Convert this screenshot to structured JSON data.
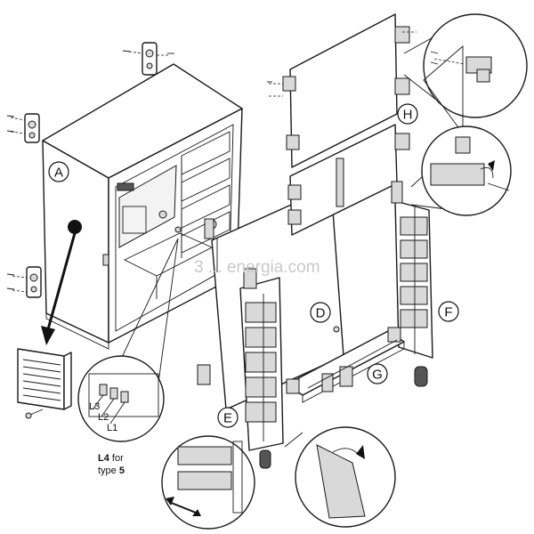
{
  "labels": {
    "a": "A",
    "d": "D",
    "e": "E",
    "f": "F",
    "g": "G",
    "h": "H"
  },
  "wires": {
    "l1": "L1",
    "l2": "L2",
    "l3": "L3"
  },
  "note": {
    "line1_prefix": "L4",
    "line1_suffix": " for",
    "line2_prefix": "type ",
    "line2_suffix": "5"
  },
  "watermark": "3 ... energia.com"
}
